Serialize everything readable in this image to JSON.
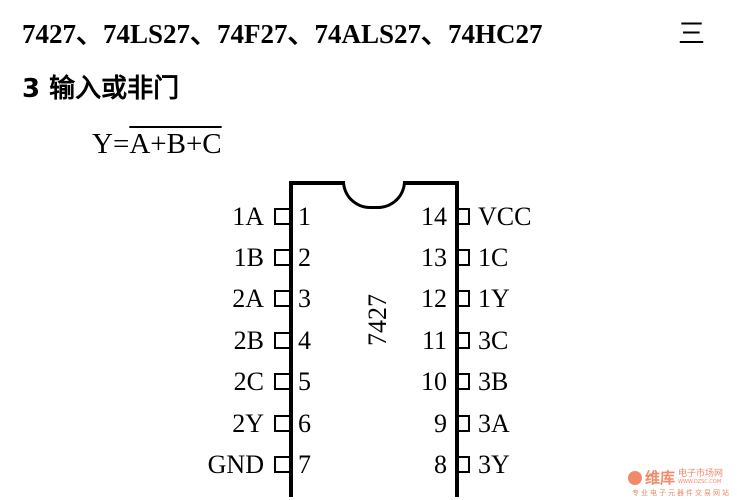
{
  "header": {
    "title": "7427、74LS27、74F27、74ALS27、74HC27",
    "title_suffix": "三",
    "subtitle": "3 输入或非门"
  },
  "formula": {
    "lhs": "Y=",
    "rhs_overlined": "A+B+C"
  },
  "chip": {
    "name": "7427",
    "left_pins": [
      {
        "num": "1",
        "label": "1A"
      },
      {
        "num": "2",
        "label": "1B"
      },
      {
        "num": "3",
        "label": "2A"
      },
      {
        "num": "4",
        "label": "2B"
      },
      {
        "num": "5",
        "label": "2C"
      },
      {
        "num": "6",
        "label": "2Y"
      },
      {
        "num": "7",
        "label": "GND"
      }
    ],
    "right_pins": [
      {
        "num": "14",
        "label": "VCC"
      },
      {
        "num": "13",
        "label": "1C"
      },
      {
        "num": "12",
        "label": "1Y"
      },
      {
        "num": "11",
        "label": "3C"
      },
      {
        "num": "10",
        "label": "3B"
      },
      {
        "num": "9",
        "label": "3A"
      },
      {
        "num": "8",
        "label": "3Y"
      }
    ]
  },
  "watermark": {
    "brand": "维库",
    "name": "电子市场网",
    "url": "WWW.DZSC.COM",
    "tagline": "专业电子元器件交易网站",
    "color": "#f08a6a"
  }
}
